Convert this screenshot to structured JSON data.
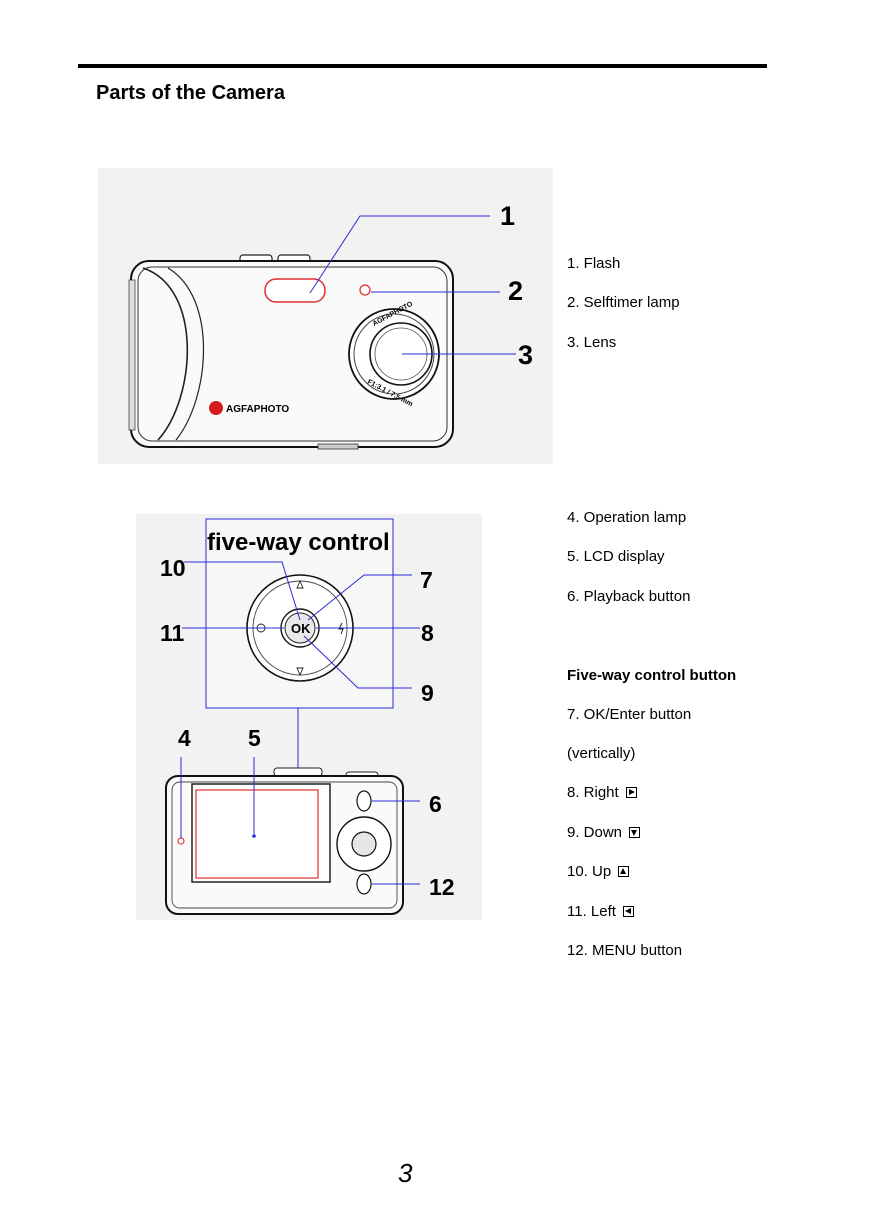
{
  "page": {
    "title": "Parts of the Camera",
    "page_number": "3"
  },
  "front_view": {
    "callout_numbers": [
      "1",
      "2",
      "3"
    ],
    "brand_logo_text": "AGFAPHOTO",
    "lens_text_top": "AGFAPHOTO",
    "lens_text_bottom": "F1:3.1 / 7.5 mm"
  },
  "back_view": {
    "five_way_caption": "five-way control",
    "callout_numbers": [
      "4",
      "5",
      "6",
      "7",
      "8",
      "9",
      "10",
      "11",
      "12"
    ],
    "ok_label": "OK"
  },
  "labels": {
    "l1": "1. Flash",
    "l2": "2. Selftimer lamp",
    "l3": "3. Lens",
    "l4": "4. Operation lamp",
    "l5": "5. LCD display",
    "l6": "6. Playback button",
    "five_way_heading": "Five-way control button",
    "l7": "7. OK/Enter button",
    "l7b": "(vertically)",
    "l8": "8. Right",
    "l9": "9. Down",
    "l10": "10. Up",
    "l11": "11. Left",
    "l12": "12. MENU button"
  },
  "icons": {
    "right": "arrow-right-icon",
    "down": "arrow-down-icon",
    "up": "arrow-up-icon",
    "left": "arrow-left-icon"
  },
  "colors": {
    "callout_line": "#2b2bd6",
    "lcd_outline": "#e23b3b",
    "logo_red": "#d41c1c"
  }
}
